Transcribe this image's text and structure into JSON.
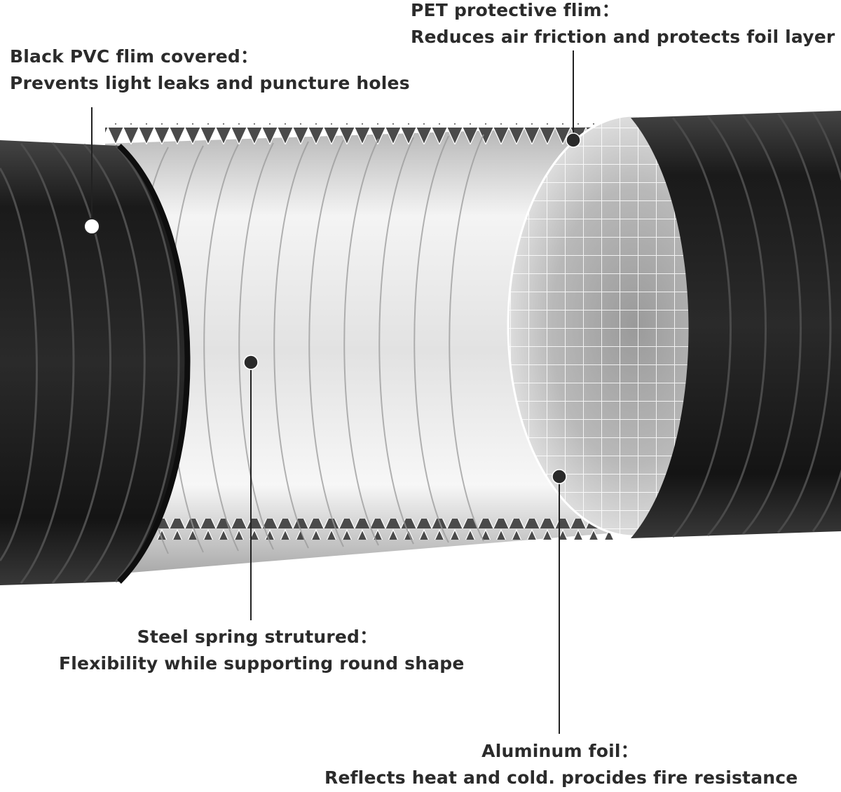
{
  "callouts": {
    "pvc": {
      "title": "Black PVC flim  covered：",
      "description": "Prevents light leaks and puncture holes"
    },
    "pet": {
      "title": "PET protective flim：",
      "description": "Reduces air friction and protects foil layer"
    },
    "spring": {
      "title": "Steel spring strutured：",
      "description": "Flexibility while supporting round shape"
    },
    "foil": {
      "title": "Aluminum foil：",
      "description": "Reflects heat and cold. procides fire resistance"
    }
  },
  "colors": {
    "text": "#2b2b2b",
    "pvc_black": "#1c1c1c",
    "pvc_ridge": "#3a3a3a",
    "foil_silver": "#cfcfcf",
    "mesh_white": "#ffffff",
    "leader": "#222222"
  }
}
